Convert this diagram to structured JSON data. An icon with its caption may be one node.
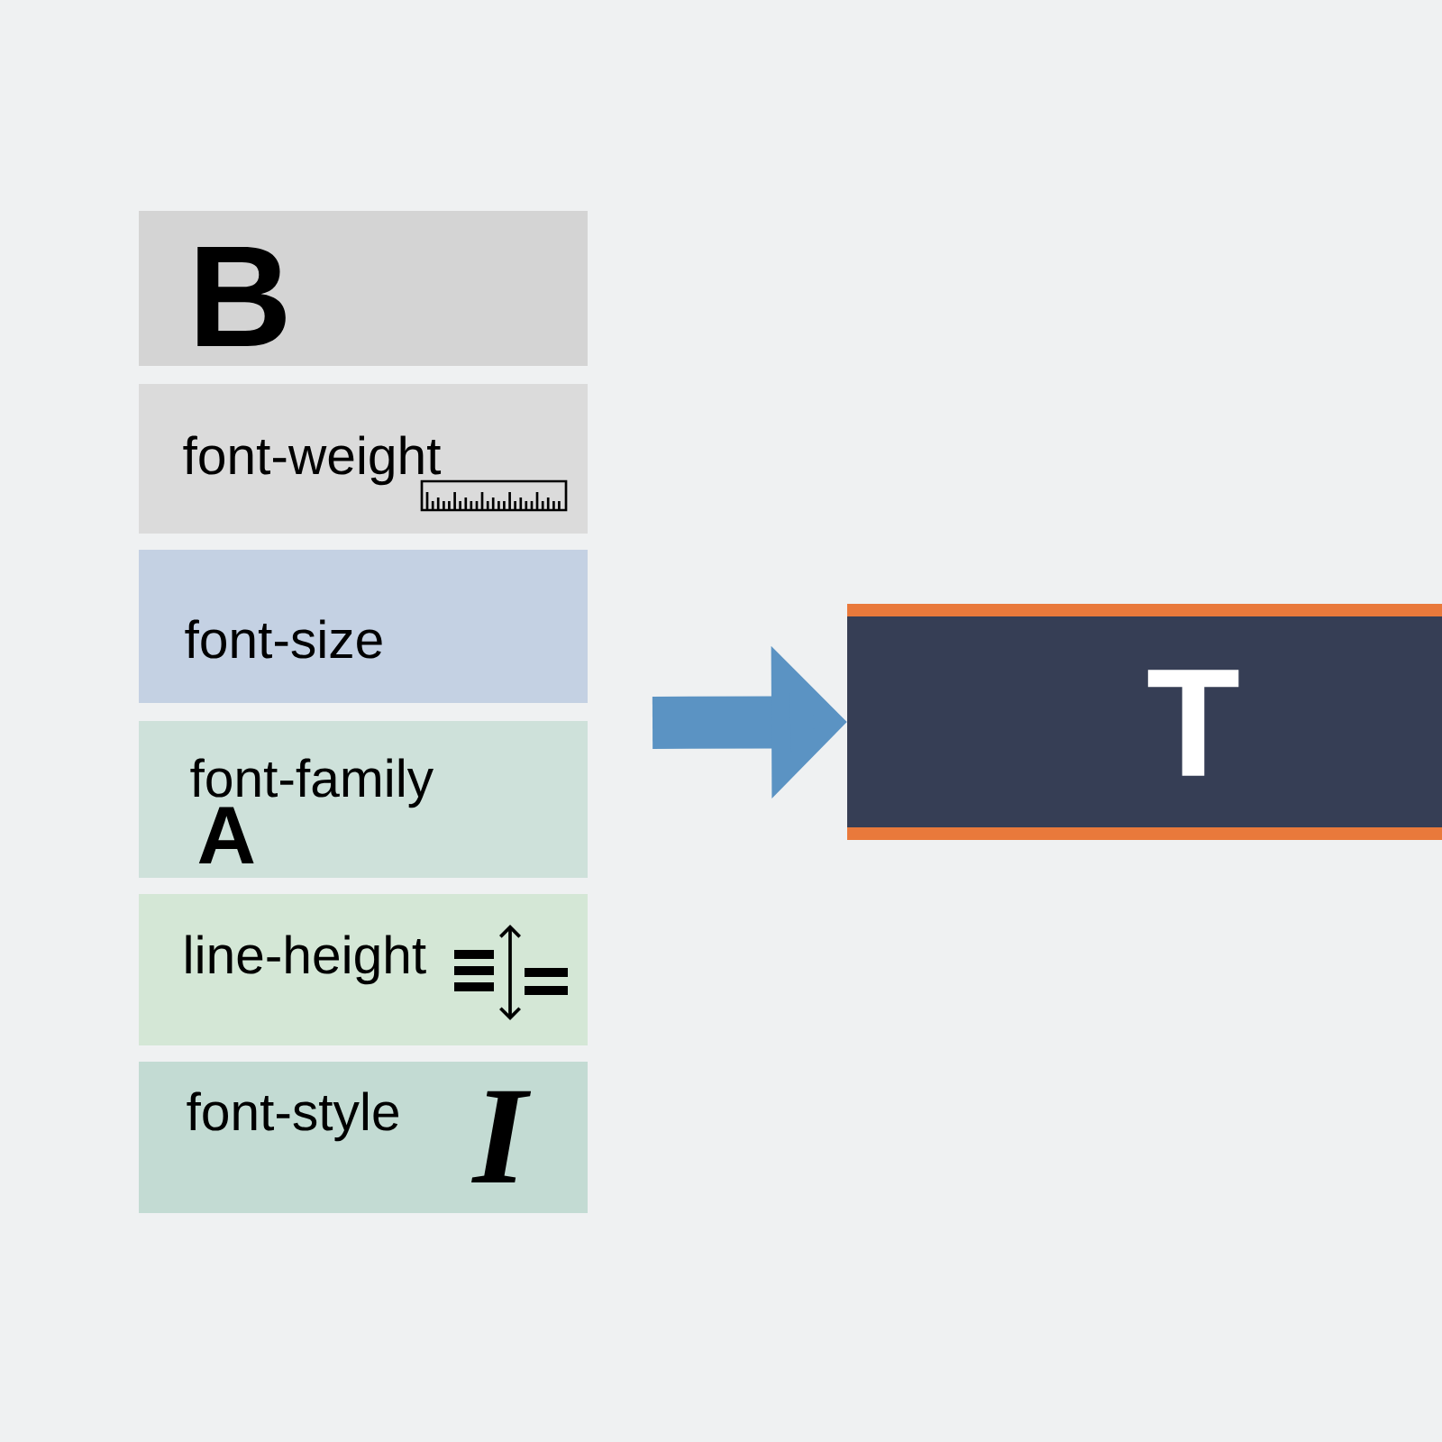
{
  "diagram": {
    "nodes": [
      {
        "text": [
          "B"
        ]
      },
      {
        "text": [
          "font-weight"
        ]
      },
      {
        "text": [
          "font-size"
        ]
      },
      {
        "text": [
          "font-family",
          "A"
        ]
      },
      {
        "text": [
          "line-height"
        ]
      },
      {
        "text": [
          "font-style",
          "I"
        ]
      },
      {
        "text": [
          "T"
        ]
      }
    ],
    "edges": [
      {
        "from": null,
        "to": 6,
        "arrow": "to"
      }
    ]
  }
}
